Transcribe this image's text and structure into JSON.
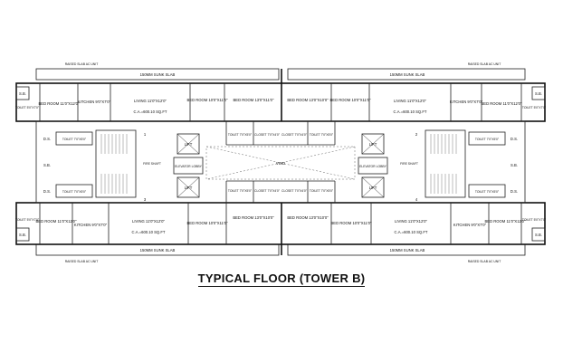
{
  "title": "TYPICAL FLOOR (TOWER B)",
  "labels": {
    "sunk_slab_top_l": "150MM SUNK SLAB",
    "sunk_slab_top_r": "150MM SUNK SLAB",
    "sunk_slab_bot_l": "150MM SUNK SLAB",
    "sunk_slab_bot_r": "150MM SUNK SLAB",
    "ac_unit_tl": "RAISED SLAB AC UNIT",
    "ac_unit_tr": "RAISED SLAB AC UNIT",
    "ac_unit_bl": "RAISED SLAB AC UNIT",
    "ac_unit_br": "RAISED SLAB AC UNIT",
    "sb_tl": "S.B.",
    "sb_tr": "S.B.",
    "sb_bl": "S.B.",
    "sb_br": "S.B.",
    "toilet_1": "TOILET 5'0\"X7'0\"",
    "bedroom_1": "BED ROOM 11'0\"X12'0\"",
    "kitchen_1": "KITCHEN 9'0\"X7'0\"",
    "living_1": "LIVING 11'0\"X12'0\"",
    "ca_1": "C.A.=600.10 SQ.FT",
    "bedroom_2": "BED ROOM 10'0\"X11'0\"",
    "bedroom_3": "BED ROOM 13'0\"X11'0\"",
    "toilet_2": "TOILET 7'0\"X5'0\"",
    "closet_1": "CLOSET 7'0\"X4'0\"",
    "bedroom_4": "BED ROOM 13'0\"X10'0\"",
    "bedroom_5": "BED ROOM 10'0\"X11'0\"",
    "closet_2": "CLOSET 7'0\"X4'0\"",
    "toilet_3": "TOILET 7'0\"X5'0\"",
    "living_2": "LIVING 11'0\"X12'0\"",
    "ca_2": "C.A.=600.10 SQ.FT",
    "kitchen_2": "KITCHEN 9'0\"X7'0\"",
    "bedroom_6": "BED ROOM 11'0\"X12'0\"",
    "toilet_4": "TOILET 5'0\"X7'0\"",
    "ds_1": "D.S.",
    "ds_2": "D.S.",
    "ds_3": "D.S.",
    "ds_4": "D.S.",
    "toilet_5": "TOILET 7'0\"X5'0\"",
    "toilet_6": "TOILET 7'0\"X5'0\"",
    "toilet_7": "TOILET 7'0\"X5'0\"",
    "toilet_8": "TOILET 7'0\"X5'0\"",
    "lift_1": "LIFT",
    "lift_2": "LIFT",
    "lift_3": "LIFT",
    "lift_4": "LIFT",
    "lobby_1": "ELEVATOR LOBBY",
    "lobby_2": "ELEVATOR LOBBY",
    "void": "VOID",
    "fire_1": "FIRE SHAFT",
    "fire_2": "FIRE SHAFT",
    "sb_ml": "S.B.",
    "sb_mr": "S.B.",
    "toilet_9": "TOILET 5'0\"X7'0\"",
    "bedroom_7": "BED ROOM 11'0\"X12'0\"",
    "kitchen_3": "KITCHEN 9'0\"X7'0\"",
    "living_3": "LIVING 11'0\"X12'0\"",
    "ca_3": "C.A.=600.10 SQ.FT",
    "bedroom_8": "BED ROOM 10'0\"X11'0\"",
    "toilet_10": "TOILET 7'0\"X5'0\"",
    "closet_3": "CLOSET 7'0\"X4'0\"",
    "bedroom_9": "BED ROOM 13'0\"X10'0\"",
    "bedroom_10": "BED ROOM 13'0\"X10'0\"",
    "closet_4": "CLOSET 7'0\"X4'0\"",
    "toilet_11": "TOILET 7'0\"X5'0\"",
    "bedroom_11": "BED ROOM 10'0\"X11'0\"",
    "living_4": "LIVING 11'0\"X12'0\"",
    "ca_4": "C.A.=600.10 SQ.FT",
    "kitchen_4": "KITCHEN 9'0\"X7'0\"",
    "bedroom_12": "BED ROOM 11'0\"X12'0\"",
    "toilet_12": "TOILET 5'0\"X7'0\"",
    "num_1": "1",
    "num_2": "2",
    "num_3": "3",
    "num_4": "4"
  }
}
